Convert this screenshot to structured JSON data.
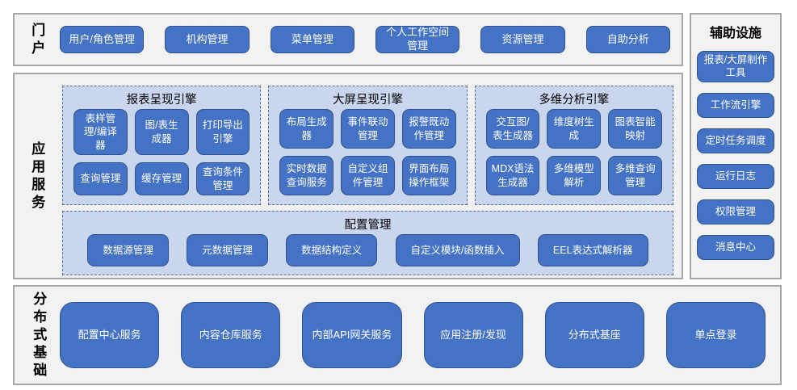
{
  "colors": {
    "button_fill": "#4472c4",
    "button_border": "#2f528f",
    "button_text": "#ffffff",
    "subpanel_fill": "#c9d6ee",
    "subpanel_dashed_border": "#5b6e96",
    "panel_fill": "#f2f2f2",
    "panel_border": "#a6a6a6",
    "label_text": "#000000"
  },
  "portal": {
    "label": "门户",
    "items": [
      "用户/角色管理",
      "机构管理",
      "菜单管理",
      "个人工作空间管理",
      "资源管理",
      "自助分析"
    ]
  },
  "app_services": {
    "label": "应用服务",
    "engines": [
      {
        "title": "报表呈现引擎",
        "items": [
          "表样管理/编译器",
          "图/表生成器",
          "打印导出引擎",
          "查询管理",
          "缓存管理",
          "查询条件管理"
        ]
      },
      {
        "title": "大屏呈现引擎",
        "items": [
          "布局生成器",
          "事件联动管理",
          "报警既动作管理",
          "实时数据查询服务",
          "自定义组件管理",
          "界面布局操作框架"
        ]
      },
      {
        "title": "多维分析引擎",
        "items": [
          "交互图/表生成器",
          "维度树生成",
          "图表智能映射",
          "MDX语法生成器",
          "多维模型解析",
          "多维查询管理"
        ]
      }
    ],
    "config": {
      "title": "配置管理",
      "items": [
        "数据源管理",
        "元数据管理",
        "数据结构定义",
        "自定义模块/函数插入",
        "EEL表达式解析器"
      ]
    }
  },
  "auxiliary": {
    "title": "辅助设施",
    "items": [
      "报表/大屏制作工具",
      "工作流引擎",
      "定时任务调度",
      "运行日志",
      "权限管理",
      "消息中心"
    ]
  },
  "distributed": {
    "label": "分布式基础",
    "items": [
      "配置中心服务",
      "内容仓库服务",
      "内部API网关服务",
      "应用注册/发现",
      "分布式基座",
      "单点登录"
    ]
  }
}
